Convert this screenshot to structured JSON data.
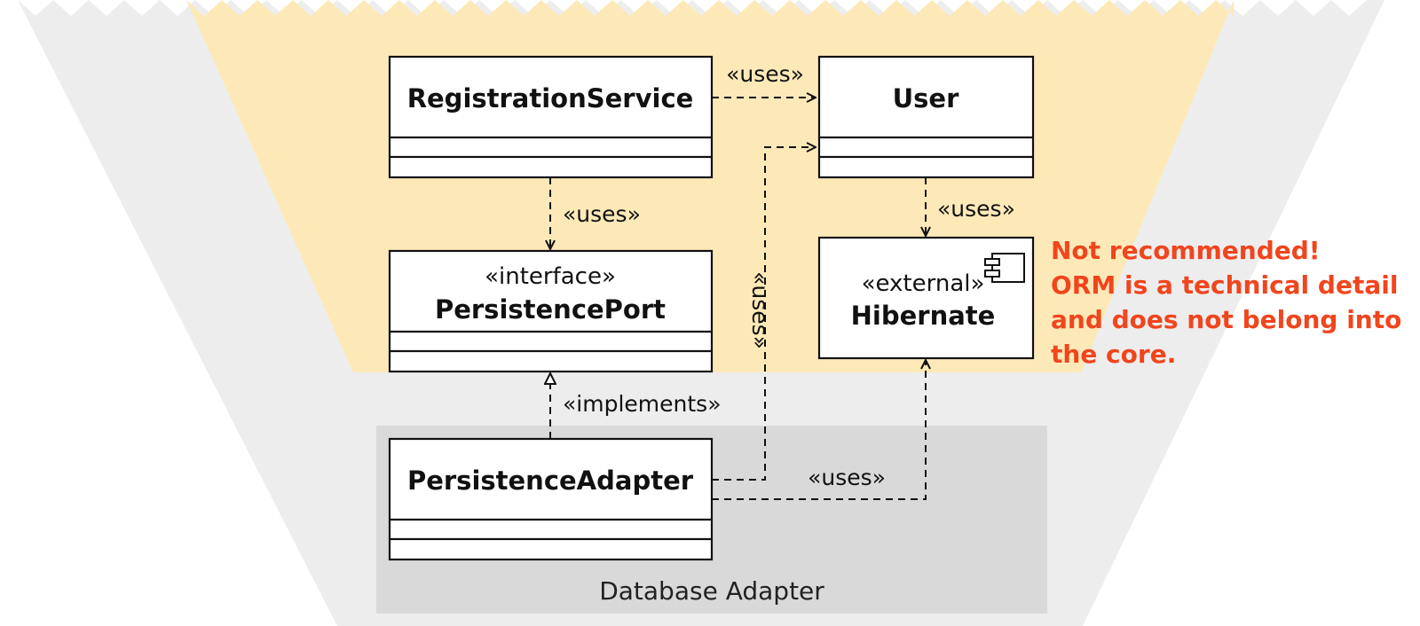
{
  "colors": {
    "core_fill": "#fde9b8",
    "outer_fill": "#ededed",
    "adapter_fill": "#d9d9d9",
    "warning_text": "#f0451d",
    "line": "#111111"
  },
  "classes": {
    "registration_service": {
      "name": "RegistrationService"
    },
    "user": {
      "name": "User"
    },
    "persistence_port": {
      "stereotype": "«interface»",
      "name": "PersistencePort"
    },
    "hibernate": {
      "stereotype": "«external»",
      "name": "Hibernate",
      "icon": "component-icon"
    },
    "persistence_adapter": {
      "name": "PersistenceAdapter"
    }
  },
  "edges": {
    "service_uses_user": "«uses»",
    "service_uses_port": "«uses»",
    "user_uses_hibernate": "«uses»",
    "adapter_uses_user": "«uses»",
    "adapter_implements_port": "«implements»",
    "adapter_uses_hibernate": "«uses»"
  },
  "regions": {
    "database_adapter": "Database Adapter"
  },
  "warning": {
    "lines": [
      "Not recommended!",
      "ORM is a technical detail",
      "and does not belong into",
      "the core."
    ]
  }
}
